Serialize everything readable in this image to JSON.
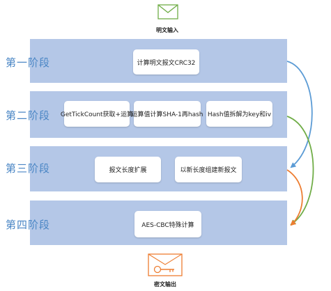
{
  "input": {
    "label": "明文输入",
    "icon": "envelope-icon",
    "color": "#70ad47"
  },
  "output": {
    "label": "密文输出",
    "icon": "key-envelope-icon",
    "color": "#ed7d31"
  },
  "stages": [
    {
      "label": "第一阶段",
      "boxes": [
        "计算明文报文CRC32"
      ]
    },
    {
      "label": "第二阶段",
      "boxes": [
        "GetTickCount获取+运算",
        "运算值计算SHA-1再hash",
        "Hash值拆解为key和iv"
      ]
    },
    {
      "label": "第三阶段",
      "boxes": [
        "报文长度扩展",
        "以新长度组建新报文"
      ]
    },
    {
      "label": "第四阶段",
      "boxes": [
        "AES-CBC特殊计算"
      ]
    }
  ],
  "colors": {
    "band": "#b4c7e7",
    "stage_label": "#4a86c5",
    "arrow_blue": "#5b9bd5",
    "arrow_green": "#70ad47",
    "arrow_orange": "#ed7d31"
  }
}
